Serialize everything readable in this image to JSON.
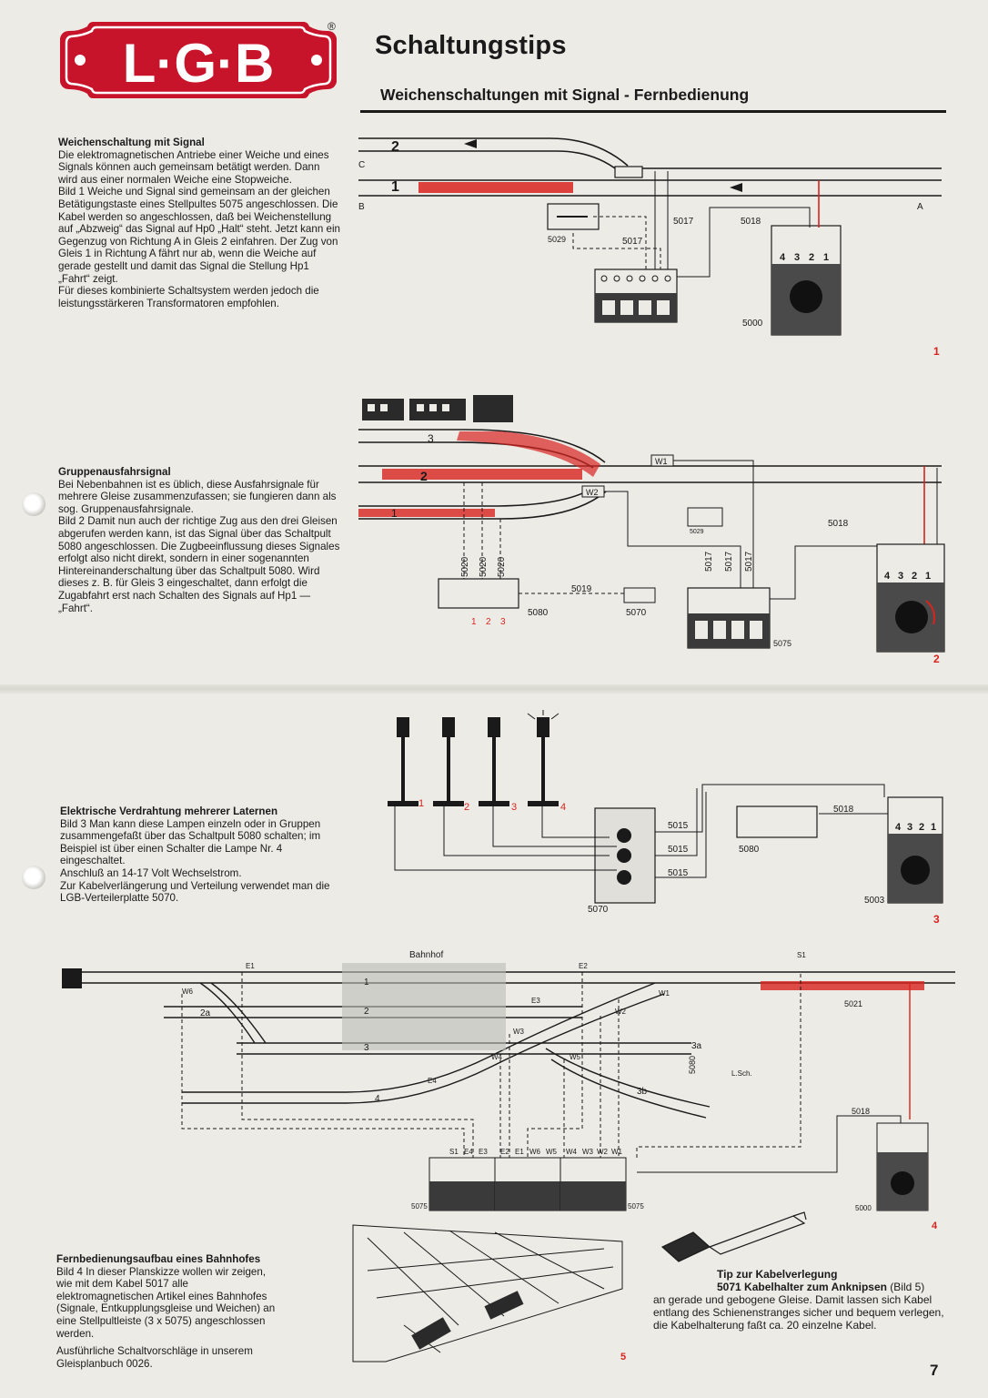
{
  "header": {
    "logo_text": "L·G·B",
    "registered_mark": "®",
    "title": "Schaltungstips",
    "subtitle": "Weichenschaltungen mit Signal - Fernbedienung"
  },
  "sections": [
    {
      "heading": "Weichenschaltung mit Signal",
      "paragraphs": [
        "Die elektromagnetischen Antriebe einer Weiche und eines Signals können auch gemeinsam betätigt werden. Dann wird aus einer normalen Weiche eine Stopweiche.",
        "Bild 1  Weiche und Signal sind gemeinsam an der gleichen Betätigungstaste eines Stellpultes 5075 angeschlossen. Die Kabel werden so angeschlossen, daß bei Weichenstellung auf „Abzweig“ das Signal auf Hp0 „Halt“ steht. Jetzt kann ein Gegenzug von Richtung A in Gleis 2 einfahren. Der Zug von Gleis 1 in Richtung A fährt nur ab, wenn die Weiche auf gerade gestellt und damit das Signal die Stellung Hp1 „Fahrt“ zeigt.",
        "Für dieses kombinierte Schaltsystem werden jedoch die leistungsstärkeren Transformatoren empfohlen."
      ]
    },
    {
      "heading": "Gruppenausfahrsignal",
      "paragraphs": [
        "Bei Nebenbahnen ist es üblich, diese Ausfahrsignale für mehrere Gleise zusammenzufassen; sie fungieren dann als sog. Gruppenausfahrsignale.",
        "Bild 2  Damit nun auch der richtige Zug aus den drei Gleisen abgerufen werden kann, ist das Signal über das Schaltpult 5080 angeschlossen. Die Zugbeeinflussung dieses Signales erfolgt also nicht direkt, sondern in einer sogenannten Hintereinanderschaltung über das Schaltpult 5080. Wird dieses z. B. für Gleis 3 eingeschaltet, dann erfolgt die Zugabfahrt erst nach Schalten des Signals auf Hp1 — „Fahrt“."
      ]
    },
    {
      "heading": "Elektrische Verdrahtung mehrerer Laternen",
      "paragraphs": [
        "Bild 3  Man kann diese Lampen einzeln oder in Gruppen zusammengefaßt über das Schaltpult 5080 schalten; im Beispiel ist über einen Schalter die Lampe Nr. 4 eingeschaltet.",
        "Anschluß an 14-17 Volt Wechselstrom.",
        "Zur Kabelverlängerung und Verteilung verwendet man die LGB-Verteilerplatte 5070."
      ]
    },
    {
      "heading": "Fernbedienungsaufbau eines Bahnhofes",
      "paragraphs": [
        "Bild 4  In dieser Planskizze wollen wir zeigen, wie mit dem Kabel 5017 alle elektromagnetischen Artikel eines Bahnhofes (Signale, Entkupplungsgleise und Weichen) an eine Stellpultleiste (3 x 5075) angeschlossen werden.",
        "Ausführliche Schaltvorschläge in unserem Gleisplanbuch 0026."
      ]
    }
  ],
  "tip": {
    "heading": "Tip zur Kabelverlegung",
    "product_label": "5071 Kabelhalter zum Anknipsen",
    "product_ref": " (Bild 5)",
    "text": "an gerade und gebogene Gleise. Damit lassen sich Kabel entlang des Schienenstranges sicher und bequem verlegen, die Kabelhalterung faßt ca. 20 einzelne Kabel."
  },
  "figures": {
    "fig1": {
      "number": "1",
      "track_labels": [
        "2",
        "1",
        "C",
        "B",
        "A"
      ],
      "cable_labels": [
        "5017",
        "5018",
        "5017"
      ],
      "device_labels": [
        "5029",
        "5000"
      ],
      "terminal_numbers": [
        "4",
        "3",
        "2",
        "1"
      ]
    },
    "fig2": {
      "number": "2",
      "track_labels": [
        "3",
        "2",
        "1"
      ],
      "turnout_labels": [
        "W1",
        "W2"
      ],
      "cable_labels": [
        "5020",
        "5020",
        "5020",
        "5019",
        "5018",
        "5017",
        "5017",
        "5017"
      ],
      "device_labels": [
        "5080",
        "5070",
        "5029",
        "5075"
      ],
      "switch_numbers": [
        "1",
        "2",
        "3"
      ],
      "terminal_numbers": [
        "4",
        "3",
        "2",
        "1"
      ]
    },
    "fig3": {
      "number": "3",
      "lamp_numbers": [
        "1",
        "2",
        "3",
        "4"
      ],
      "cable_labels": [
        "5015",
        "5015",
        "5015",
        "5018"
      ],
      "device_labels": [
        "5080",
        "5070",
        "5003"
      ],
      "terminal_numbers": [
        "4",
        "3",
        "2",
        "1"
      ]
    },
    "fig4": {
      "number": "4",
      "station_label": "Bahnhof",
      "track_labels": [
        "1",
        "2",
        "2a",
        "3",
        "3a",
        "3b",
        "4"
      ],
      "item_labels": [
        "E1",
        "E2",
        "E3",
        "E4",
        "W1",
        "W2",
        "W3",
        "W4",
        "W5",
        "W6",
        "S1",
        "L.Sch."
      ],
      "cable_labels": [
        "5021",
        "5018",
        "5080"
      ],
      "panel_terminals": [
        "S1",
        "E4",
        "E3",
        "E2",
        "E1",
        "W6",
        "W5",
        "W4",
        "W3",
        "W2",
        "W1"
      ],
      "device_labels": [
        "5075",
        "5075",
        "5000"
      ]
    },
    "fig5": {
      "number": "5"
    }
  },
  "page_number": "7",
  "colors": {
    "logo_red": "#c8142a",
    "accent_red": "#d9231f",
    "ink": "#1a1a1a"
  }
}
